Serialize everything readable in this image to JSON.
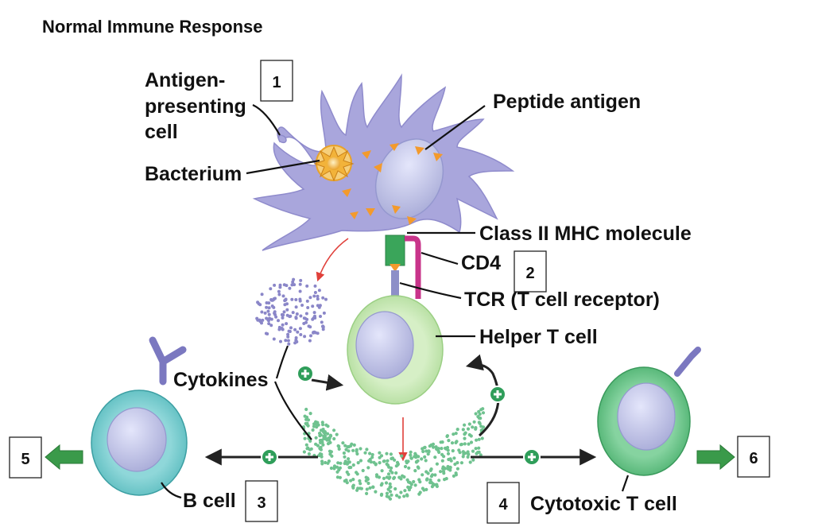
{
  "title": "Normal Immune Response",
  "labels": {
    "apc_line1": "Antigen-",
    "apc_line2": "presenting",
    "apc_line3": "cell",
    "bacterium": "Bacterium",
    "peptide_antigen": "Peptide antigen",
    "class2_mhc": "Class II MHC molecule",
    "cd4": "CD4",
    "tcr": "TCR (T cell receptor)",
    "helper_t": "Helper T cell",
    "cytokines": "Cytokines",
    "b_cell": "B cell",
    "cytotoxic_t": "Cytotoxic T cell"
  },
  "boxes": [
    "1",
    "2",
    "3",
    "4",
    "5",
    "6"
  ],
  "colors": {
    "apc": "#a9a6dc",
    "nucleus": "#c8cbef",
    "bacterium": "#f2b33a",
    "peptide": "#f39a2c",
    "mhc": "#3aa55a",
    "cd4": "#c8348a",
    "helper_t": "#c9e6b8",
    "b_cell": "#7ccdd0",
    "cytotoxic_t": "#5fbf82",
    "cytokine_dot": "#6fc28f",
    "plus": "#2f9e5a",
    "red_arrow": "#e0403a",
    "green_arrow": "#3a9a4a"
  }
}
